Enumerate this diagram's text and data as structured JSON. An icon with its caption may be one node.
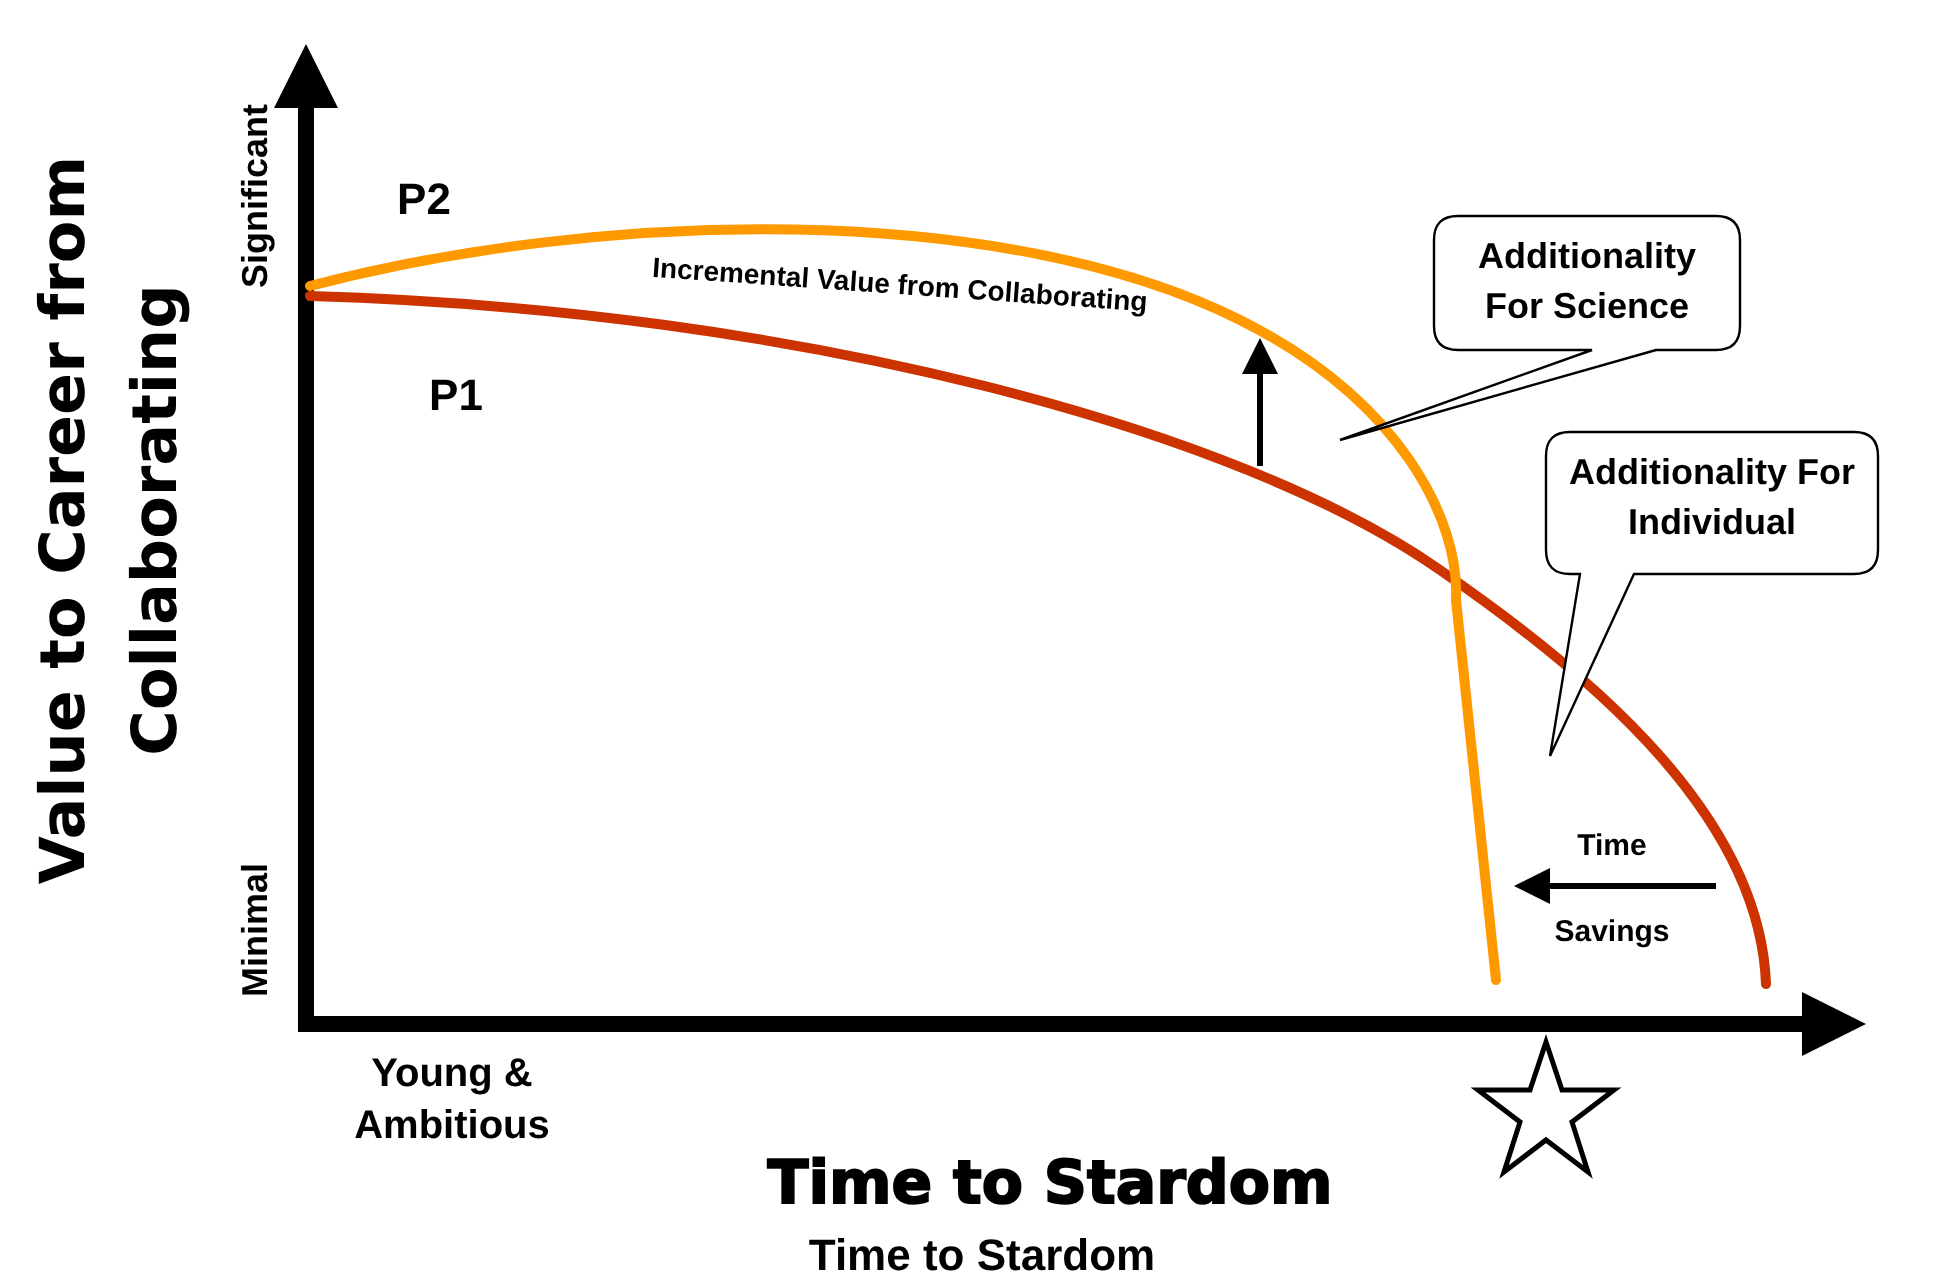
{
  "diagram": {
    "nodes": [
      {
        "text": [
          "Additionality For Science"
        ]
      },
      {
        "text": [
          "Additionality For Individual"
        ]
      }
    ],
    "labels": [
      "Value to Career from Collaborating",
      "Significant",
      "Minimal",
      "P2",
      "P1",
      "Incremental Value from Collaborating",
      "Time",
      "Savings",
      "Young & Ambitious",
      "Time to Stardom",
      "Time to Stardom"
    ]
  }
}
